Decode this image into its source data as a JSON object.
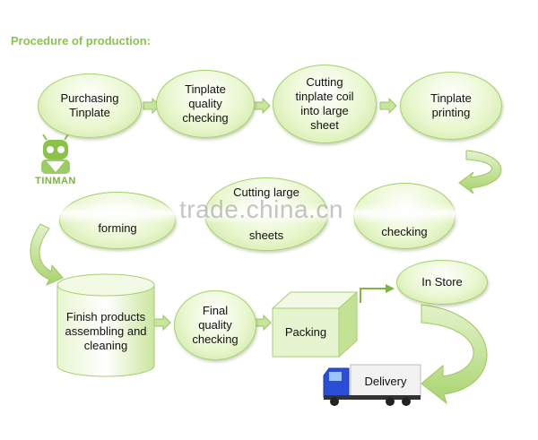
{
  "title": "Procedure of production:",
  "logo": {
    "text": "TINMAN"
  },
  "watermark": "trade.china.cn",
  "nodes": {
    "purchasing": "Purchasing\nTinplate",
    "quality_check": "Tinplate\nquality\nchecking",
    "cutting_coil": "Cutting\ntinplate coil\ninto large\nsheet",
    "printing": "Tinplate\nprinting",
    "forming": "forming",
    "cutting_large_top": "Cutting large",
    "cutting_large_bottom": "sheets",
    "checking": "checking",
    "finish": "Finish products\nassembling and\ncleaning",
    "final_check": "Final\nquality\nchecking",
    "packing": "Packing",
    "in_store": "In Store",
    "delivery": "Delivery"
  },
  "colors": {
    "accent": "#8bc34a",
    "node_border": "#a8cf6d",
    "arrow": "#b9dc8a",
    "truck_cab": "#2a4fd6"
  }
}
